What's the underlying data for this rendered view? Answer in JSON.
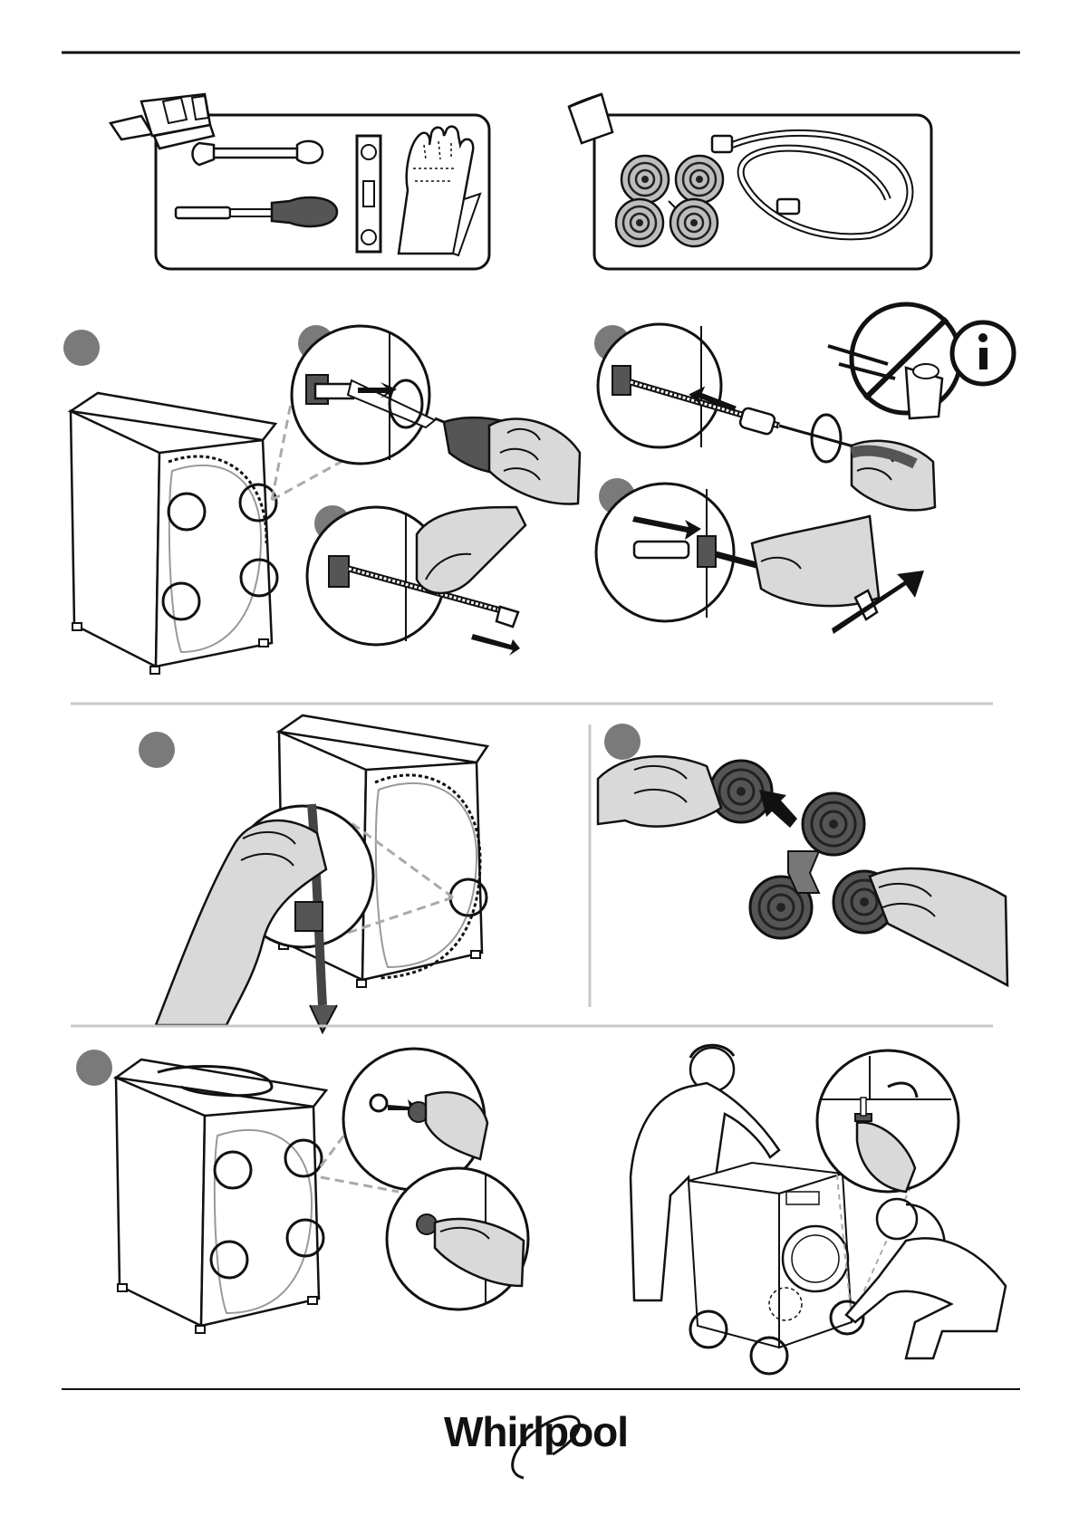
{
  "brand": {
    "logo_text": "Whirlpool"
  },
  "colors": {
    "ink": "#111111",
    "step_badge": "#7a7a7a",
    "hand_fill": "#d9d9d9",
    "foot_fill": "#4a4a4a",
    "divider": "#c8c8c8",
    "paper": "#ffffff"
  },
  "panels": [
    {
      "id": "tools",
      "icon": "toolbox-icon",
      "items": [
        "wrench-icon",
        "screwdriver-icon",
        "spirit-level-icon",
        "gloves-icon"
      ]
    },
    {
      "id": "supplied-parts",
      "icon": "bag-icon",
      "items": [
        "anti-vibration-pads-icon",
        "inlet-hose-icon"
      ]
    }
  ],
  "sections": [
    {
      "id": "remove-transport-bolts",
      "steps": 5,
      "info_icon": "info-icon",
      "prohibition_icon": "do-not-discard-icon"
    },
    {
      "id": "release-power-cable",
      "steps": 1
    },
    {
      "id": "fit-anti-vibration-pads",
      "steps": 1
    },
    {
      "id": "insert-hole-caps",
      "steps": 1
    },
    {
      "id": "level-feet",
      "steps": 1
    }
  ]
}
